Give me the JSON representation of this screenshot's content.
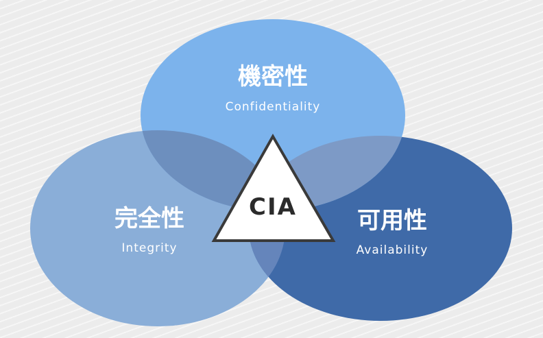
{
  "colors": {
    "background": "#ececec",
    "confidentiality": "#7cb3ec",
    "integrity": "#8aaed8",
    "availability": "#3f6aa8",
    "overlap_conf_int": "#6d8fbe",
    "overlap_conf_avail": "#7d9ac6",
    "overlap_int_avail": "#6585bb",
    "triangle_fill": "#ffffff",
    "triangle_stroke": "#3a3a3a"
  },
  "circles": {
    "confidentiality": {
      "ja": "機密性",
      "en": "Confidentiality"
    },
    "integrity": {
      "ja": "完全性",
      "en": "Integrity"
    },
    "availability": {
      "ja": "可用性",
      "en": "Availability"
    }
  },
  "center": {
    "label": "CIA"
  }
}
